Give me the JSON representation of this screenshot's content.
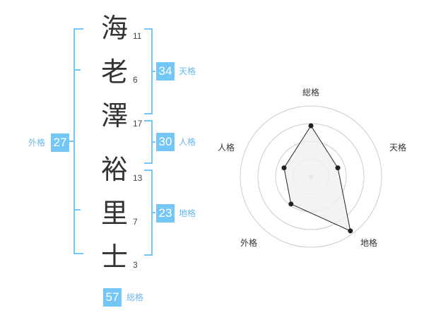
{
  "name": {
    "characters": [
      {
        "char": "海",
        "strokes": "11"
      },
      {
        "char": "老",
        "strokes": "6"
      },
      {
        "char": "澤",
        "strokes": "17"
      },
      {
        "char": "裕",
        "strokes": "13"
      },
      {
        "char": "里",
        "strokes": "7"
      },
      {
        "char": "士",
        "strokes": "3"
      }
    ]
  },
  "fortune": {
    "tenkaku": {
      "value": "34",
      "label": "天格"
    },
    "jinkaku": {
      "value": "30",
      "label": "人格"
    },
    "chikaku": {
      "value": "23",
      "label": "地格"
    },
    "gaikaku": {
      "value": "27",
      "label": "外格"
    },
    "soukaku": {
      "value": "57",
      "label": "総格"
    }
  },
  "chart_data": {
    "type": "radar",
    "axes": [
      "総格",
      "天格",
      "地格",
      "外格",
      "人格"
    ],
    "values": [
      0.72,
      0.4,
      0.95,
      0.48,
      0.4
    ],
    "range": [
      0,
      1
    ],
    "rings": 4,
    "colors": {
      "fill": "#f0f0f0",
      "line": "#222222",
      "ring": "#cccccc",
      "accent": "#74c7f5"
    }
  }
}
